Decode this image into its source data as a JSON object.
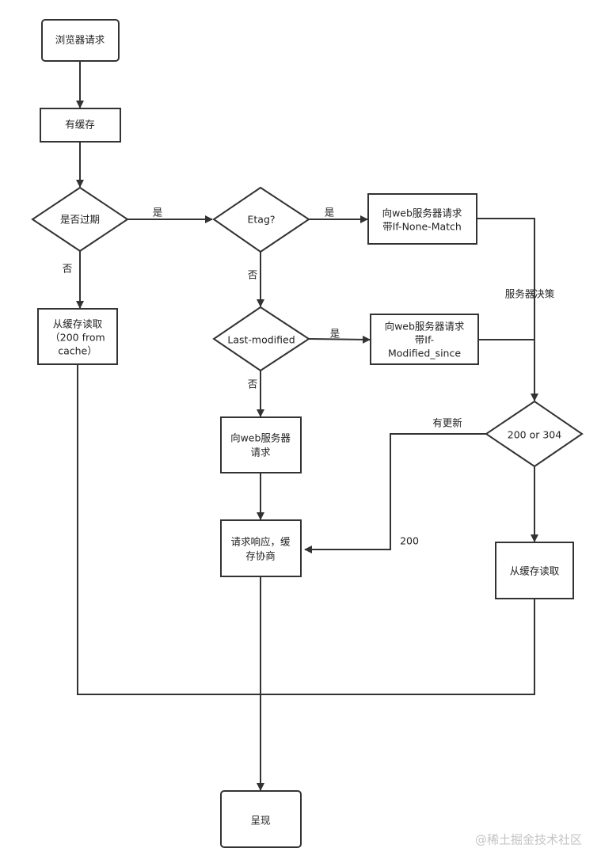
{
  "nodes": {
    "browser_request": {
      "lines": [
        "浏览器请求"
      ]
    },
    "has_cache": {
      "lines": [
        "有缓存"
      ]
    },
    "expired": {
      "lines": [
        "是否过期"
      ]
    },
    "etag": {
      "lines": [
        "Etag?"
      ]
    },
    "req_if_none_match": {
      "lines": [
        "向web服务器请求",
        "带If-None-Match"
      ]
    },
    "read_cache_200": {
      "lines": [
        "从缓存读取",
        "（200 from",
        "cache）"
      ]
    },
    "last_modified": {
      "lines": [
        "Last-modified"
      ]
    },
    "req_if_modified_since": {
      "lines": [
        "向web服务器请求",
        "带If-",
        "Modified_since"
      ]
    },
    "status_200_304": {
      "lines": [
        "200 or 304"
      ]
    },
    "req_server": {
      "lines": [
        "向web服务器",
        "请求"
      ]
    },
    "response_cache": {
      "lines": [
        "请求响应，缓",
        "存协商"
      ]
    },
    "read_cache": {
      "lines": [
        "从缓存读取"
      ]
    },
    "render": {
      "lines": [
        "呈现"
      ]
    }
  },
  "edge_labels": {
    "expired_yes": "是",
    "expired_no": "否",
    "etag_yes": "是",
    "etag_no": "否",
    "lastmod_yes": "是",
    "lastmod_no": "否",
    "server_decision": "服务器决策",
    "has_update": "有更新",
    "code_200": "200"
  },
  "watermark": "@稀土掘金技术社区"
}
